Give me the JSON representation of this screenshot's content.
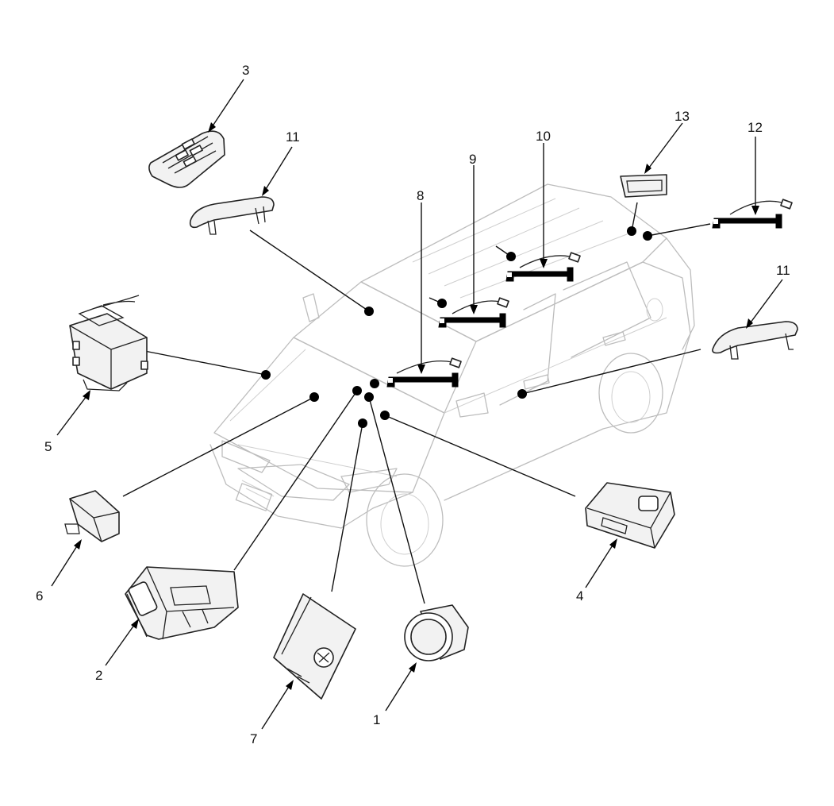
{
  "callouts": {
    "n1": "1",
    "n2": "2",
    "n3": "3",
    "n4": "4",
    "n5": "5",
    "n6": "6",
    "n7": "7",
    "n8": "8",
    "n9": "9",
    "n10": "10",
    "n11a": "11",
    "n11b": "11",
    "n12": "12",
    "n13": "13"
  }
}
